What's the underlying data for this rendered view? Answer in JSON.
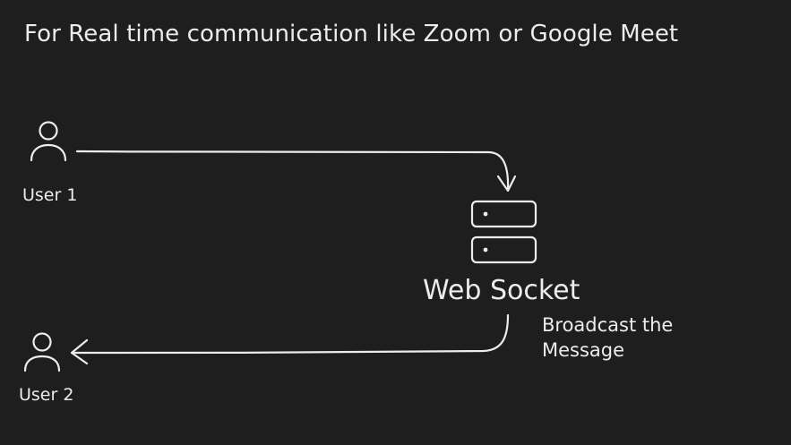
{
  "title": "For Real time communication like Zoom or Google Meet",
  "user1": {
    "label": "User 1",
    "icon": "user-icon"
  },
  "user2": {
    "label": "User 2",
    "icon": "user-icon"
  },
  "server": {
    "label": "Web Socket",
    "icon": "server-icon"
  },
  "broadcast": {
    "line1": "Broadcast the",
    "line2": "Message"
  },
  "colors": {
    "background": "#1e1e1e",
    "stroke": "#ececec"
  }
}
